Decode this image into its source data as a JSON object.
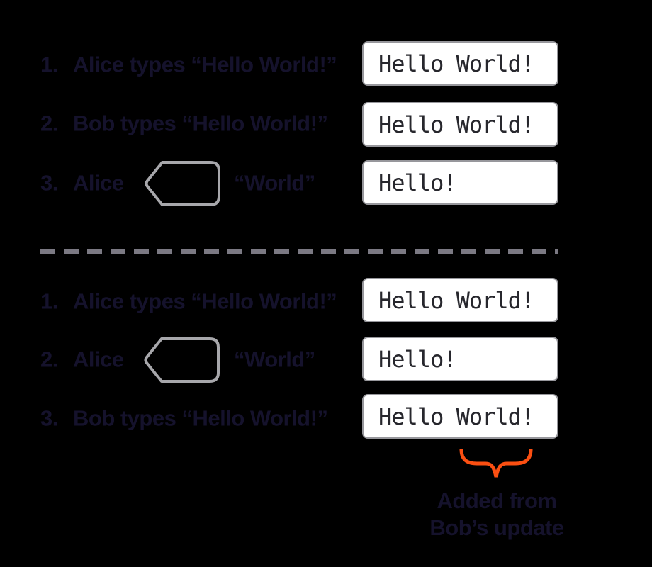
{
  "diagram": {
    "description": "Two collaborative text-editing scenarios separated by a dashed divider; each step shows the resulting document state; an orange underbrace marks text re-added from Bob's update",
    "background": "#000000"
  },
  "palette": {
    "step_text": "#15122c",
    "box_background": "#ffffff",
    "box_border": "#97979c",
    "box_text": "#27272d",
    "divider": "#7b7983",
    "backspace_icon_stroke": "#a7a7ab",
    "brace_orange": "#fb4f12"
  },
  "scenario_a": {
    "steps": [
      {
        "number": "1.",
        "label": "Alice types “Hello World!”",
        "doc": "Hello World!"
      },
      {
        "number": "2.",
        "label": "Bob types “Hello World!”",
        "doc": "Hello World!"
      },
      {
        "number": "3.",
        "label_pre": "Alice",
        "icon": "backspace-key",
        "label_post": "“World”",
        "doc": "Hello!"
      }
    ]
  },
  "scenario_b": {
    "steps": [
      {
        "number": "1.",
        "label": "Alice types “Hello World!”",
        "doc": "Hello World!"
      },
      {
        "number": "2.",
        "label_pre": "Alice",
        "icon": "backspace-key",
        "label_post": "“World”",
        "doc": "Hello!"
      },
      {
        "number": "3.",
        "label": "Bob types “Hello World!”",
        "doc": "Hello World!"
      }
    ]
  },
  "annotation": {
    "line1": "Added from",
    "line2": "Bob’s update"
  }
}
